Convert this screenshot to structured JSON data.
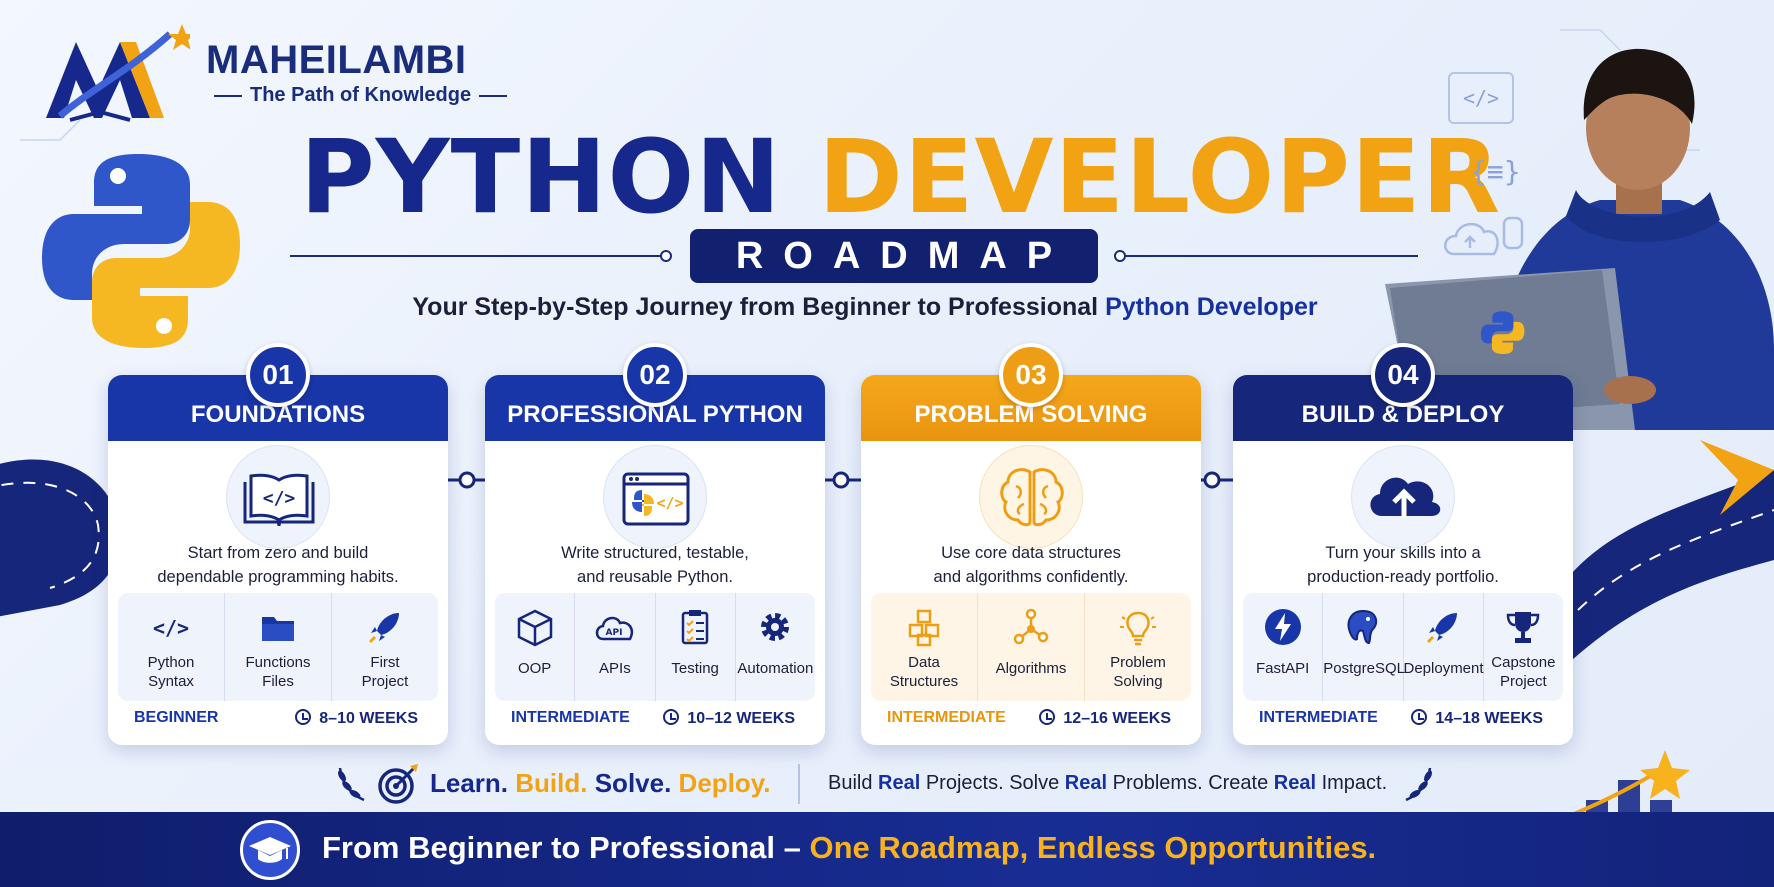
{
  "brand": {
    "name": "MAHEILAMBI",
    "tagline": "The Path of Knowledge"
  },
  "title": {
    "part1": "PYTHON",
    "part2": "DEVELOPER",
    "badge": "ROADMAP",
    "subtitle_main": "Your Step-by-Step Journey from Beginner to Professional",
    "subtitle_highlight": "Python Developer"
  },
  "stages": [
    {
      "number": "01",
      "title": "FOUNDATIONS",
      "icon": "code-book-icon",
      "description_line1": "Start from zero and build",
      "description_line2": "dependable programming habits.",
      "skills": [
        {
          "icon": "code-brackets-icon",
          "line1": "Python",
          "line2": "Syntax"
        },
        {
          "icon": "folder-icon",
          "line1": "Functions",
          "line2": "Files"
        },
        {
          "icon": "rocket-icon",
          "line1": "First",
          "line2": "Project"
        }
      ],
      "level": "BEGINNER",
      "duration": "8–10 WEEKS"
    },
    {
      "number": "02",
      "title": "PROFESSIONAL PYTHON",
      "icon": "python-code-window-icon",
      "description_line1": "Write structured, testable,",
      "description_line2": "and reusable Python.",
      "skills": [
        {
          "icon": "cube-icon",
          "line1": "OOP",
          "line2": ""
        },
        {
          "icon": "api-cloud-icon",
          "line1": "APIs",
          "line2": ""
        },
        {
          "icon": "checklist-icon",
          "line1": "Testing",
          "line2": ""
        },
        {
          "icon": "gear-icon",
          "line1": "Automation",
          "line2": ""
        }
      ],
      "level": "INTERMEDIATE",
      "duration": "10–12 WEEKS"
    },
    {
      "number": "03",
      "title": "PROBLEM SOLVING",
      "icon": "brain-icon",
      "description_line1": "Use core data structures",
      "description_line2": "and algorithms confidently.",
      "skills": [
        {
          "icon": "stacked-cubes-icon",
          "line1": "Data",
          "line2": "Structures"
        },
        {
          "icon": "network-nodes-icon",
          "line1": "Algorithms",
          "line2": ""
        },
        {
          "icon": "lightbulb-icon",
          "line1": "Problem",
          "line2": "Solving"
        }
      ],
      "level": "INTERMEDIATE",
      "duration": "12–16 WEEKS"
    },
    {
      "number": "04",
      "title": "BUILD & DEPLOY",
      "icon": "cloud-upload-icon",
      "description_line1": "Turn your skills into a",
      "description_line2": "production-ready portfolio.",
      "skills": [
        {
          "icon": "lightning-icon",
          "line1": "FastAPI",
          "line2": ""
        },
        {
          "icon": "elephant-icon",
          "line1": "PostgreSQL",
          "line2": ""
        },
        {
          "icon": "rocket-icon",
          "line1": "Deployment",
          "line2": ""
        },
        {
          "icon": "trophy-icon",
          "line1": "Capstone",
          "line2": "Project"
        }
      ],
      "level": "INTERMEDIATE",
      "duration": "14–18 WEEKS"
    }
  ],
  "tagline": {
    "learn": "Learn.",
    "build": "Build.",
    "solve": "Solve.",
    "deploy": "Deploy.",
    "right_1": "Build ",
    "right_2": "Real",
    "right_3": " Projects. Solve ",
    "right_4": "Real",
    "right_5": " Problems. Create ",
    "right_6": "Real",
    "right_7": " Impact."
  },
  "footer": {
    "main": "From Beginner to Professional – ",
    "highlight": "One Roadmap, Endless Opportunities."
  },
  "colors": {
    "primary_blue": "#1836a8",
    "navy": "#16267a",
    "accent_orange": "#f2a313",
    "background": "#eef3fc"
  }
}
